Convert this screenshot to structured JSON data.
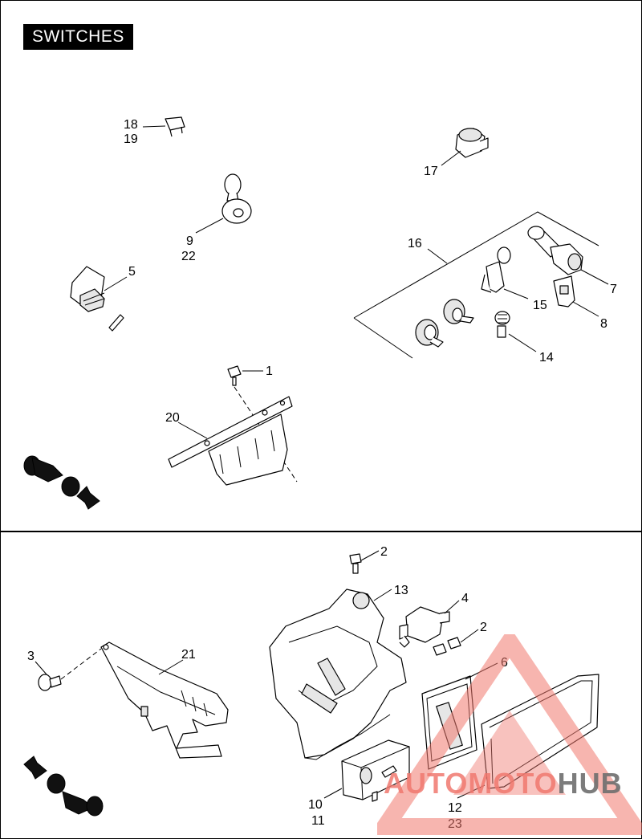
{
  "title": "SWITCHES",
  "callouts": {
    "n1": "1",
    "n2a": "2",
    "n2b": "2",
    "n3": "3",
    "n4": "4",
    "n5": "5",
    "n6": "6",
    "n7": "7",
    "n8": "8",
    "n9": "9",
    "n10": "10",
    "n11": "11",
    "n12": "12",
    "n13": "13",
    "n14": "14",
    "n15": "15",
    "n16": "16",
    "n17": "17",
    "n18": "18",
    "n19": "19",
    "n20": "20",
    "n21": "21",
    "n22": "22",
    "n23": "23"
  },
  "watermark": {
    "part1": "AUTOMOTO",
    "part2": "HUB"
  },
  "colors": {
    "ink": "#000000",
    "watermark_red": "#f0786e",
    "watermark_gray": "#6e6e6e"
  },
  "icons": [
    "motorcycle-front-direction-icon",
    "motorcycle-rear-direction-icon"
  ]
}
